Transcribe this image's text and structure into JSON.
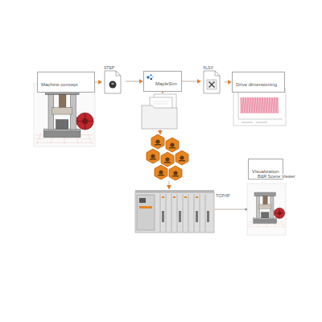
{
  "diagram": {
    "nodes": [
      {
        "text": [
          "Machine concept"
        ]
      },
      {
        "text": [
          "STEP"
        ]
      },
      {
        "text": [
          "MapleSim"
        ]
      },
      {
        "text": [
          "XLSX"
        ]
      },
      {
        "text": [
          "Drive dimensioning"
        ]
      },
      {
        "text": [
          "Visualization"
        ]
      }
    ],
    "edges": [
      {
        "from": 0,
        "to": 1,
        "arrow": "to"
      },
      {
        "from": 1,
        "to": 2,
        "arrow": "to"
      },
      {
        "from": 2,
        "to": 3,
        "arrow": "to"
      },
      {
        "from": 3,
        "to": 4,
        "arrow": "to"
      }
    ],
    "labels": [
      "B&R Scene Viewer",
      "TCP/IP"
    ]
  }
}
